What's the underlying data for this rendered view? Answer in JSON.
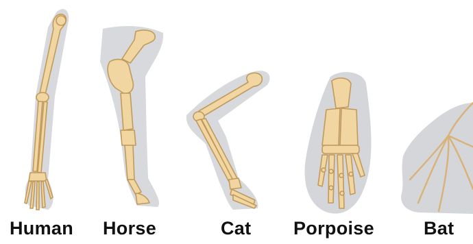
{
  "limbs": [
    {
      "name": "Human"
    },
    {
      "name": "Horse"
    },
    {
      "name": "Cat"
    },
    {
      "name": "Porpoise"
    },
    {
      "name": "Bat"
    }
  ],
  "colors": {
    "background": "#ffffff",
    "shadow": "#c9ccd0",
    "bone_fill": "#f1d6a2",
    "bone_stroke": "#c19a5b",
    "label_text": "#111111"
  }
}
